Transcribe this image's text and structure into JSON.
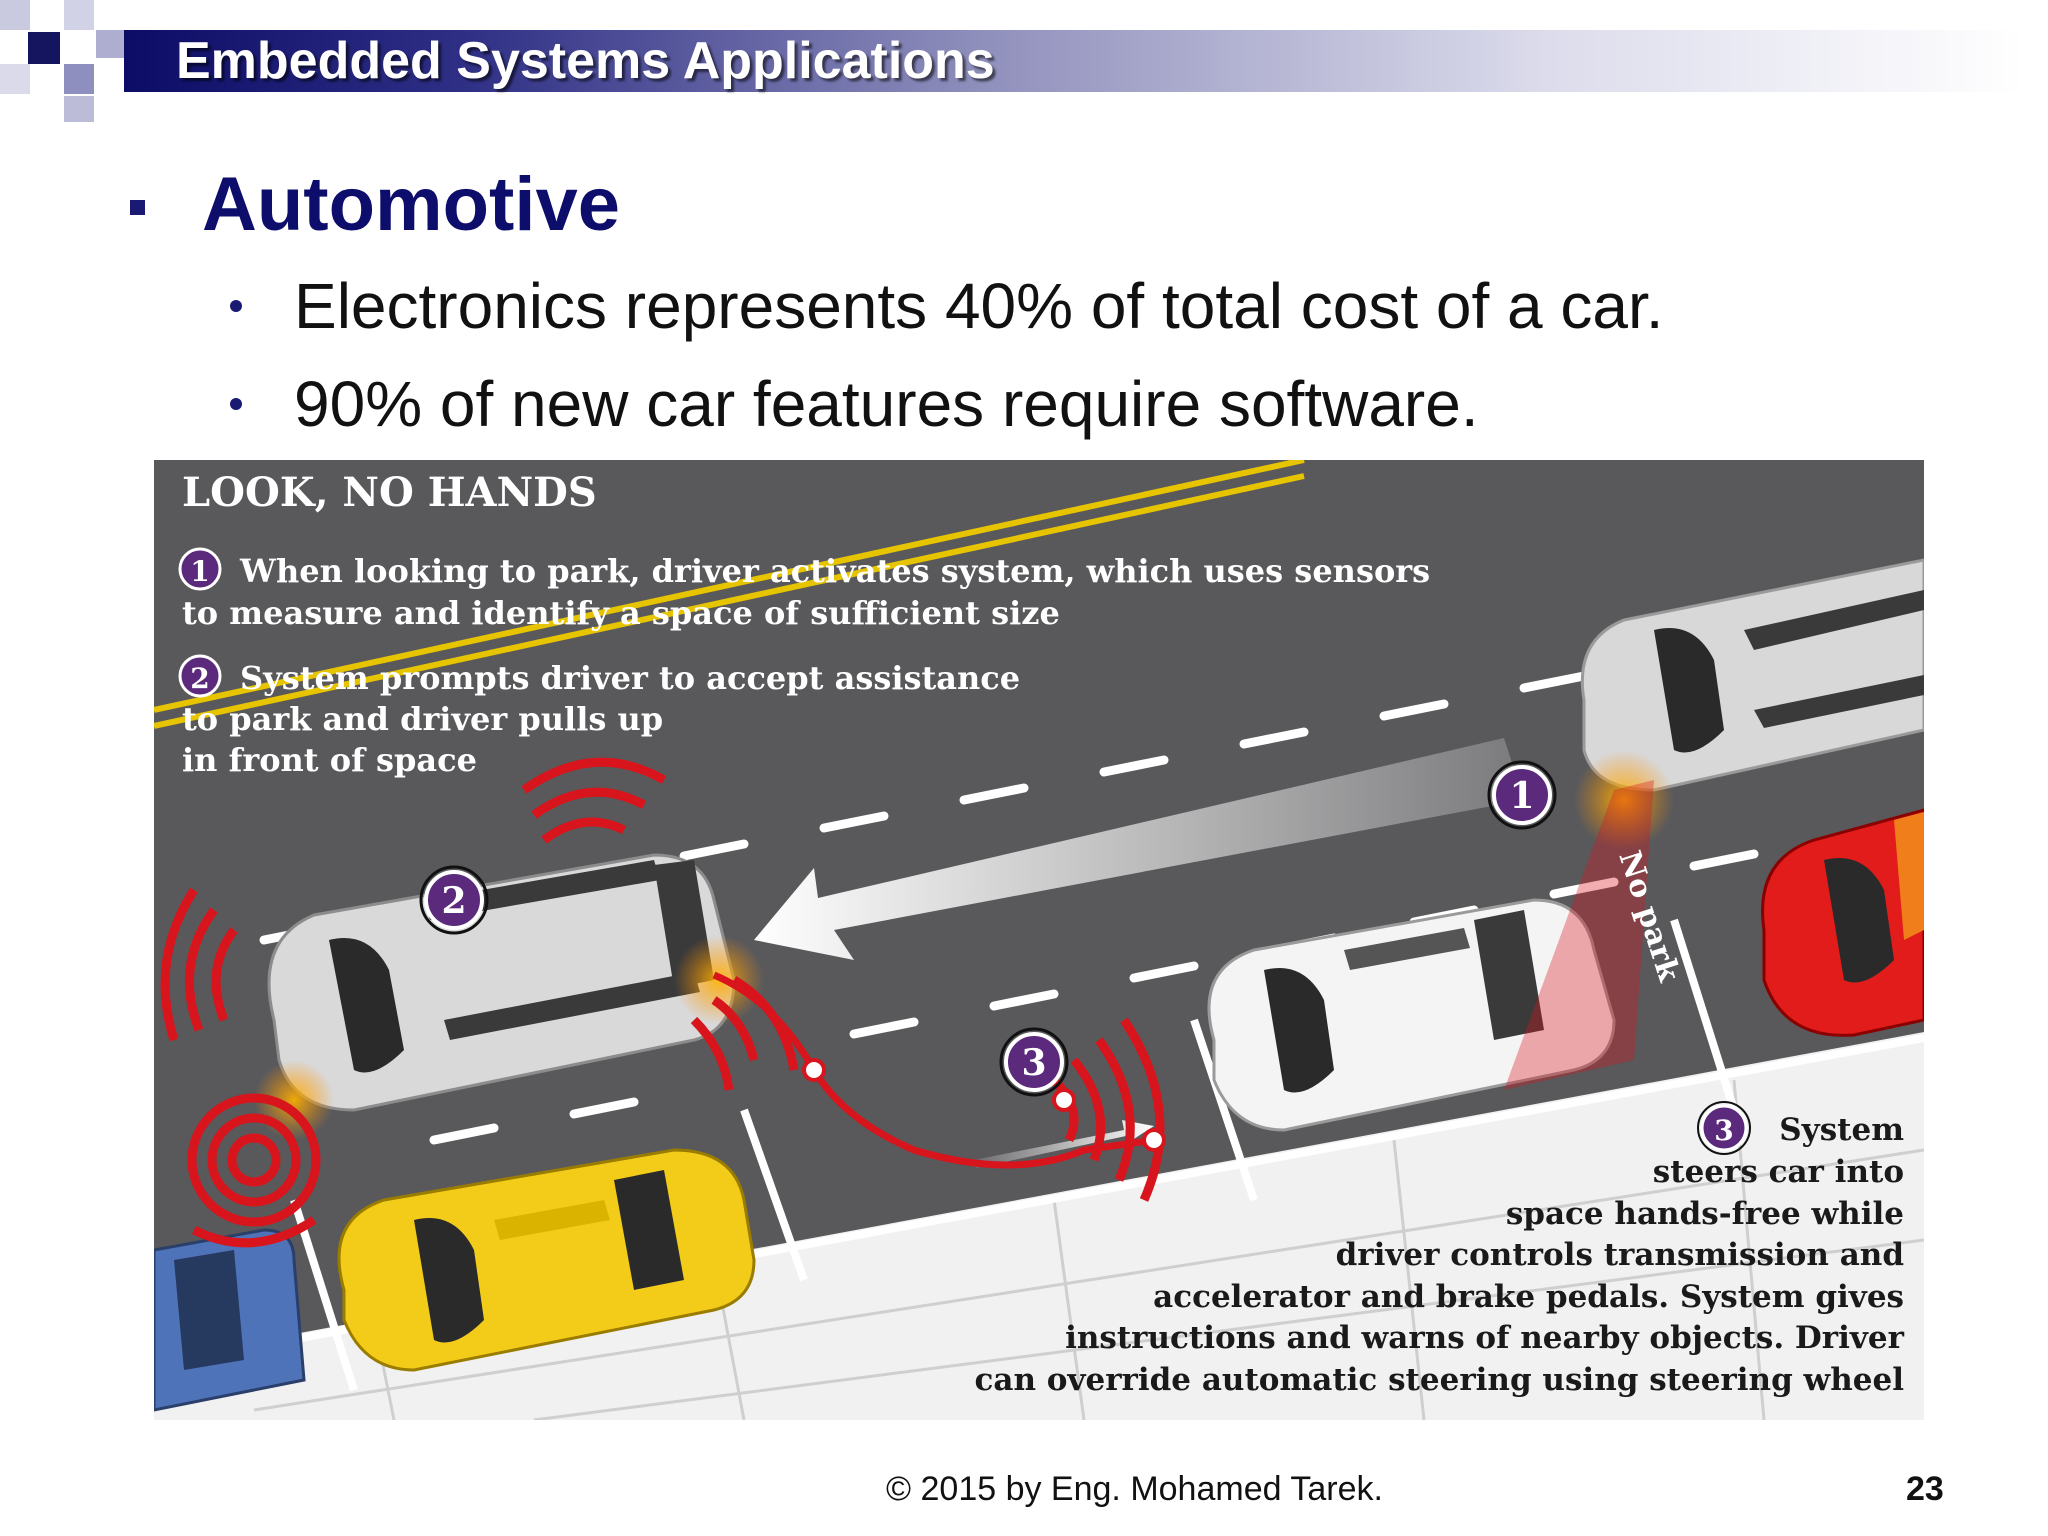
{
  "header": {
    "title": "Embedded Systems Applications"
  },
  "content": {
    "heading": "Automotive",
    "bullets": [
      "Electronics represents 40% of total cost of a car.",
      "90% of new car features require software."
    ]
  },
  "figure": {
    "title": "LOOK, NO HANDS",
    "step1": {
      "num": "1",
      "line1": "When looking to park, driver activates system, which uses sensors",
      "line2": "to measure and identify a space of sufficient size"
    },
    "step2": {
      "num": "2",
      "line1": "System prompts driver to accept assistance",
      "line2": "to park and driver pulls up",
      "line3": "in front of space"
    },
    "step3": {
      "num": "3",
      "line1": "System",
      "line2": "steers car into",
      "line3": "space hands-free while",
      "line4": "driver controls transmission and",
      "line5": "accelerator and brake pedals. System gives",
      "line6": "instructions and warns of nearby objects. Driver",
      "line7": "can override automatic steering using steering wheel"
    },
    "sign": "No park",
    "colors": {
      "road": "#59595b",
      "sidewalk": "#f2f2f2",
      "sensor": "#d8141c",
      "marker": "#5b2a7c"
    }
  },
  "footer": {
    "copyright": "© 2015 by Eng. Mohamed Tarek.",
    "page": "23"
  }
}
